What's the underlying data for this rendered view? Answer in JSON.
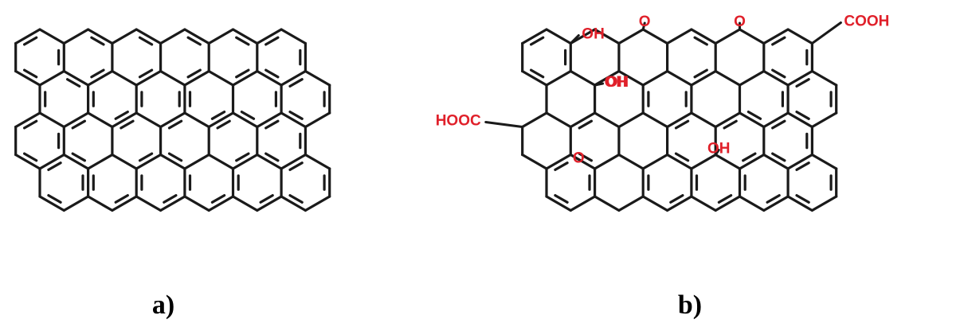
{
  "colors": {
    "bond": "#1a1a1a",
    "functional_group": "#e0202a",
    "label": "#000000"
  },
  "panel_a": {
    "label": "a)"
  },
  "panel_b": {
    "label": "b)",
    "groups": [
      {
        "text": "COOH"
      },
      {
        "text": "HOOC"
      },
      {
        "text": "OH"
      },
      {
        "text": "O"
      },
      {
        "text": "O"
      },
      {
        "text": "OH"
      },
      {
        "text": "OH"
      },
      {
        "text": "O"
      },
      {
        "text": "OH"
      }
    ]
  }
}
